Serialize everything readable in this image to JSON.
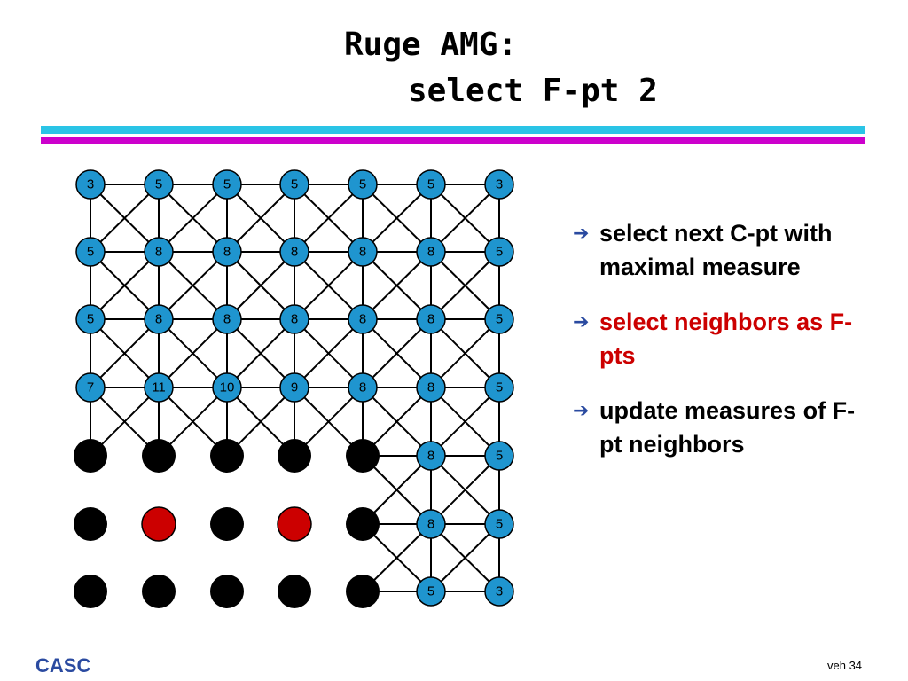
{
  "title": {
    "line1": "Ruge AMG:",
    "line2": "select F-pt 2"
  },
  "colors": {
    "rule_top": "#2ac4e6",
    "rule_bottom": "#cc00cc",
    "node_fill": "#1f95cf",
    "c_point": "#000000",
    "f_point": "#cc0000",
    "edge": "#000000",
    "arrow": "#2a4aa0",
    "highlight_text": "#cc0000",
    "footer_left": "#2a4aa0"
  },
  "diagram": {
    "grid": [
      [
        "3",
        "5",
        "5",
        "5",
        "5",
        "5",
        "3"
      ],
      [
        "5",
        "8",
        "8",
        "8",
        "8",
        "8",
        "5"
      ],
      [
        "5",
        "8",
        "8",
        "8",
        "8",
        "8",
        "5"
      ],
      [
        "7",
        "11",
        "10",
        "9",
        "8",
        "8",
        "5"
      ],
      [
        "C",
        "C",
        "C",
        "C",
        "C",
        "8",
        "5"
      ],
      [
        "C",
        "F",
        "C",
        "F",
        "C",
        "8",
        "5"
      ],
      [
        "C",
        "C",
        "C",
        "C",
        "C",
        "5",
        "3"
      ]
    ]
  },
  "bullets": [
    {
      "icon": "arrow-right-icon",
      "text": "select next C-pt with maximal measure",
      "highlight": false
    },
    {
      "icon": "arrow-right-icon",
      "text": "select neighbors as F-pts",
      "highlight": true
    },
    {
      "icon": "arrow-right-icon",
      "text": "update measures of F-pt neighbors",
      "highlight": false
    }
  ],
  "footer": {
    "left": "CASC",
    "right": "veh 34"
  }
}
